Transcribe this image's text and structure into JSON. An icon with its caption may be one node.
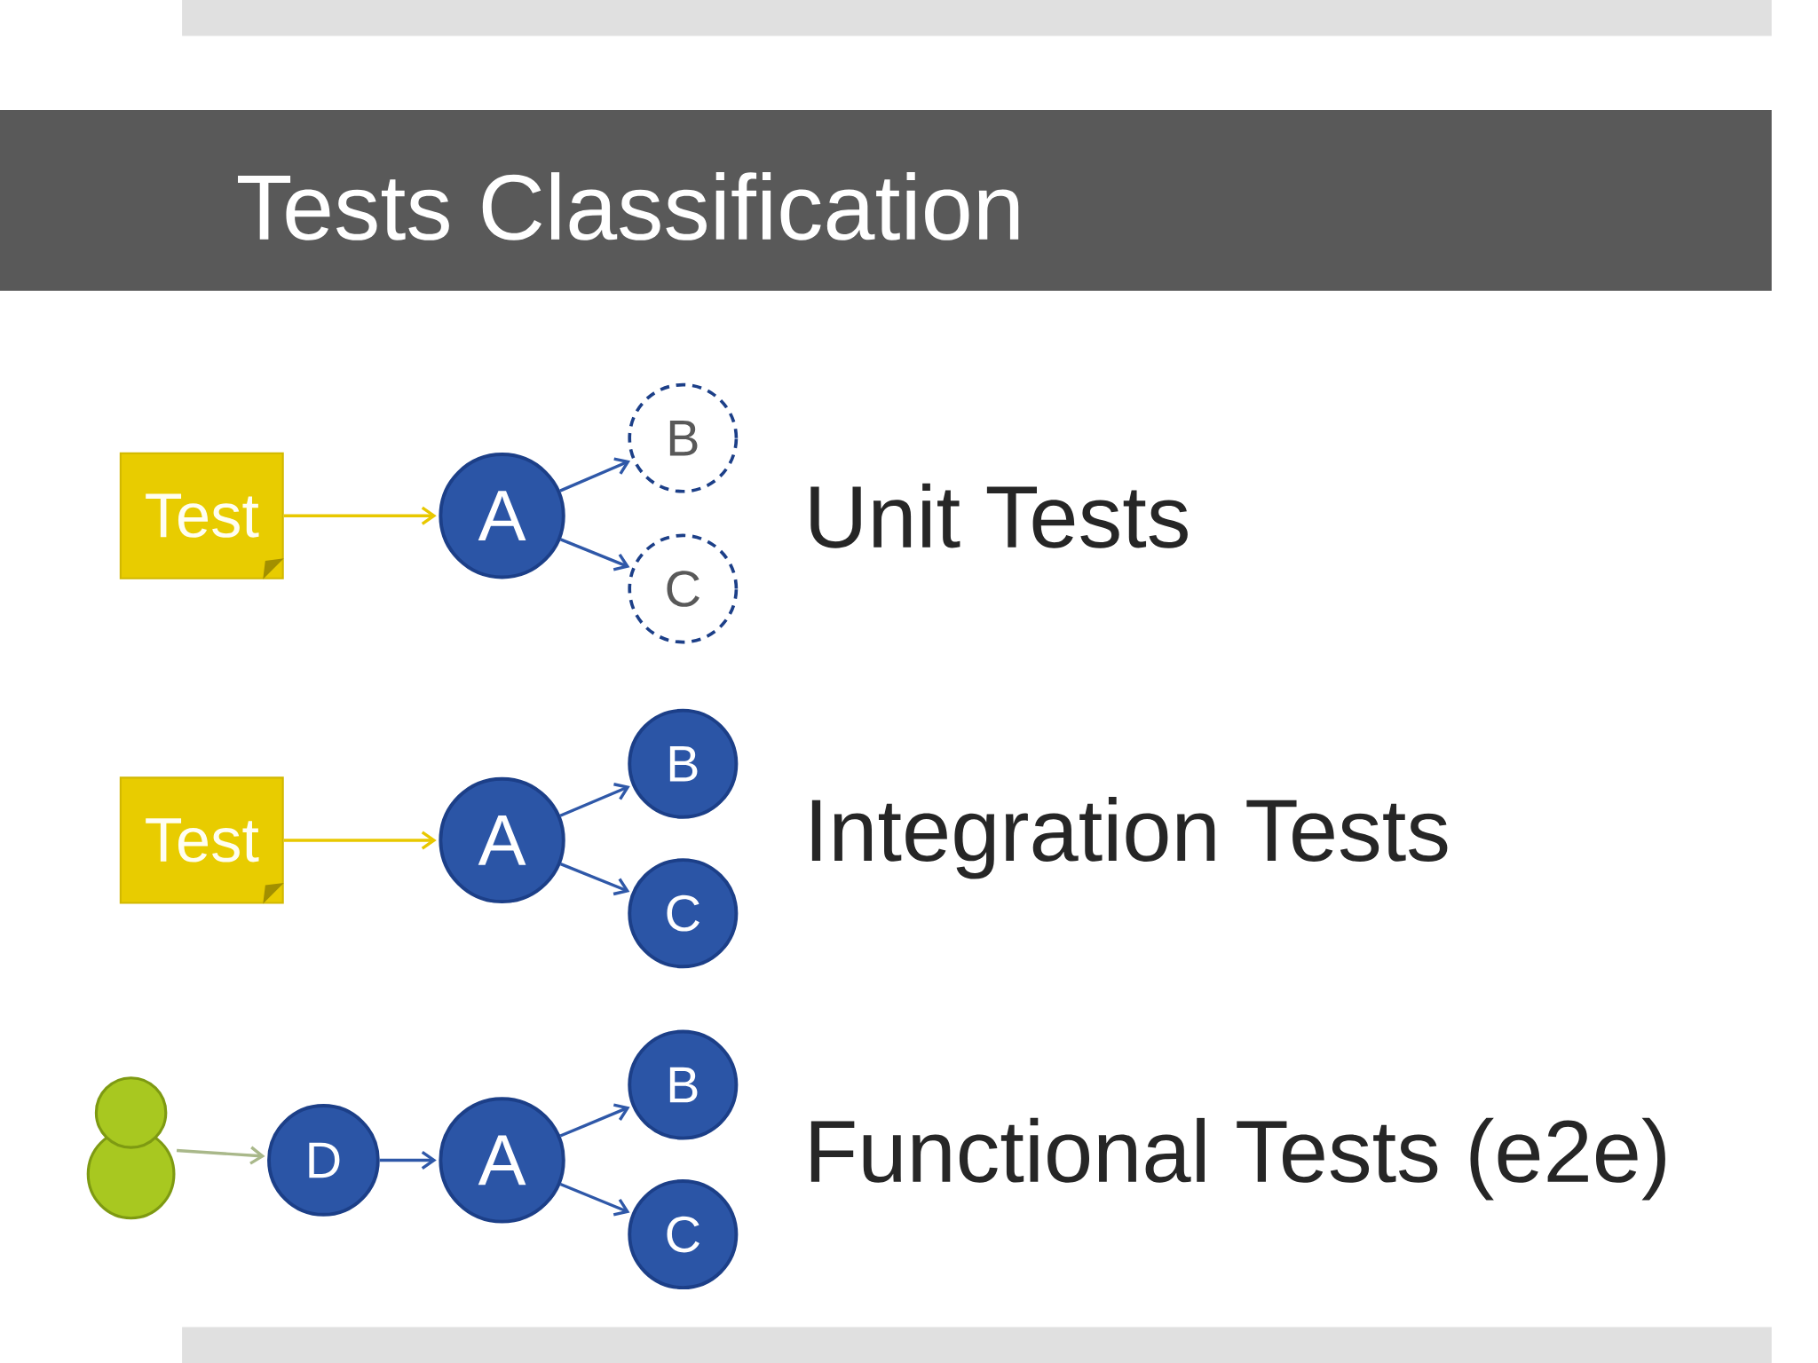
{
  "diagram": {
    "title": "Tests Classification",
    "nodes": [
      {
        "text": [
          "Test"
        ]
      },
      {
        "text": [
          "A"
        ]
      },
      {
        "text": [
          "B"
        ]
      },
      {
        "text": [
          "C"
        ]
      },
      {
        "text": [
          "Test"
        ]
      },
      {
        "text": [
          "A"
        ]
      },
      {
        "text": [
          "B"
        ]
      },
      {
        "text": [
          "C"
        ]
      },
      {
        "text": [],
        "shape": "person"
      },
      {
        "text": [
          "D"
        ]
      },
      {
        "text": [
          "A"
        ]
      },
      {
        "text": [
          "B"
        ]
      },
      {
        "text": [
          "C"
        ]
      }
    ],
    "edges": [
      {
        "from": 0,
        "to": 1,
        "arrow": "to",
        "color": "#e8c800"
      },
      {
        "from": 1,
        "to": 2,
        "arrow": "to"
      },
      {
        "from": 1,
        "to": 3,
        "arrow": "to"
      },
      {
        "from": 4,
        "to": 5,
        "arrow": "to",
        "color": "#e8c800"
      },
      {
        "from": 5,
        "to": 6,
        "arrow": "to"
      },
      {
        "from": 5,
        "to": 7,
        "arrow": "to"
      },
      {
        "from": 8,
        "to": 9,
        "arrow": "to",
        "color": "#a9b88a"
      },
      {
        "from": 9,
        "to": 10,
        "arrow": "to"
      },
      {
        "from": 10,
        "to": 11,
        "arrow": "to"
      },
      {
        "from": 10,
        "to": 12,
        "arrow": "to"
      }
    ],
    "labels": [
      "Unit Tests",
      "Integration Tests",
      "Functional Tests (e2e)"
    ]
  }
}
